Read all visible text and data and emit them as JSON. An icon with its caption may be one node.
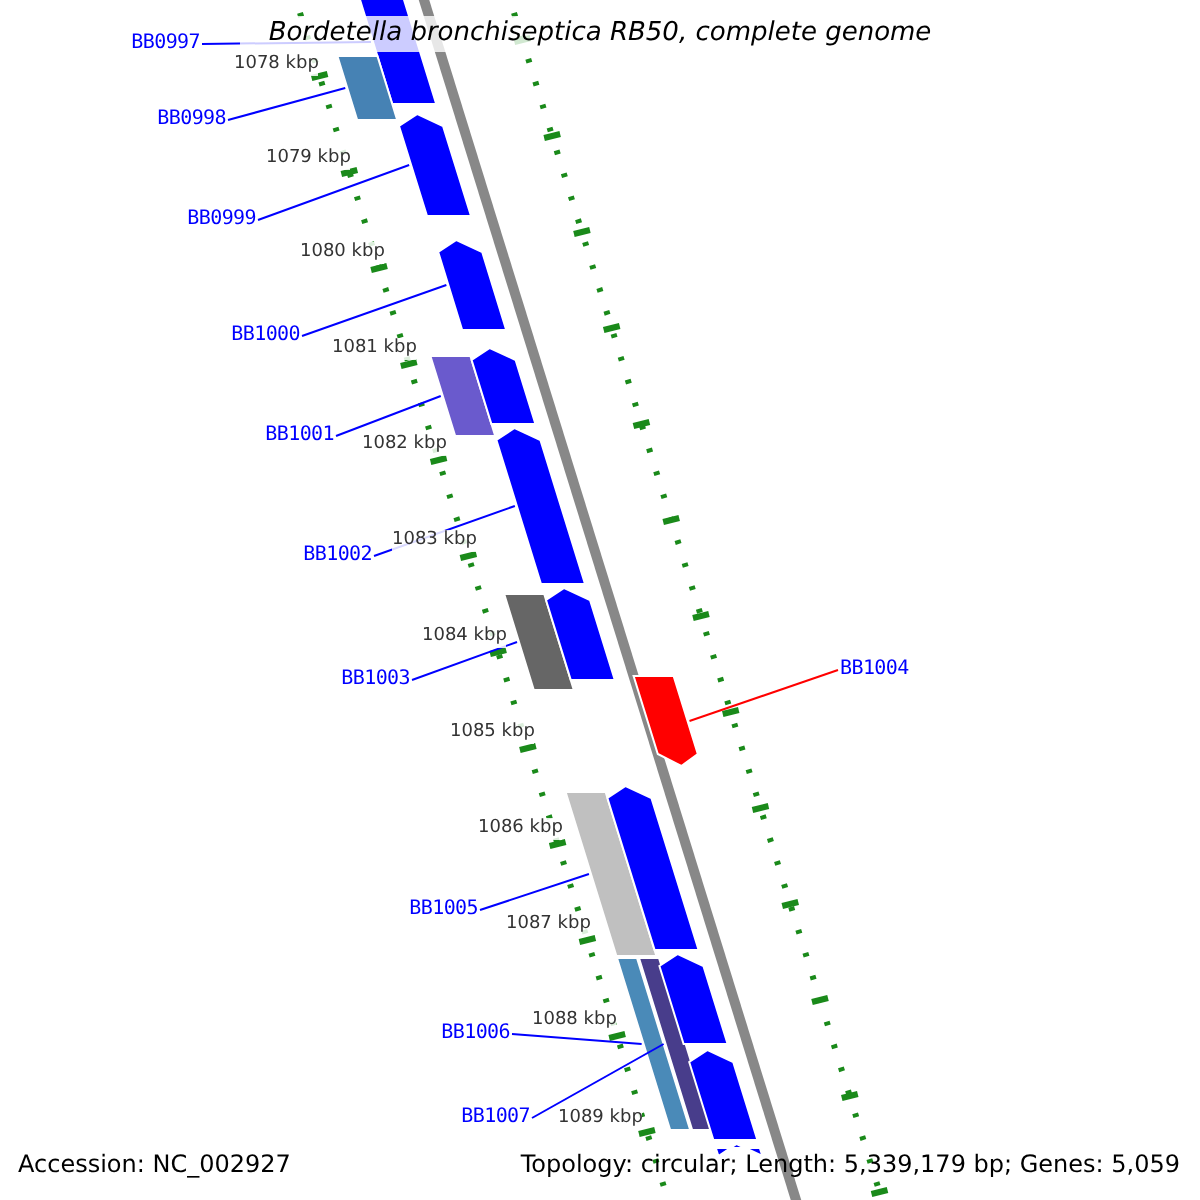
{
  "diagram": {
    "title": "Bordetella bronchiseptica RB50, complete genome",
    "nodes": [
      {
        "text": [
          "BB0997"
        ]
      },
      {
        "text": [
          "BB0998"
        ]
      },
      {
        "text": [
          "BB0999"
        ]
      },
      {
        "text": [
          "BB1000"
        ]
      },
      {
        "text": [
          "BB1001"
        ]
      },
      {
        "text": [
          "BB1002"
        ]
      },
      {
        "text": [
          "BB1003"
        ]
      },
      {
        "text": [
          "BB1004"
        ]
      },
      {
        "text": [
          "BB1005"
        ]
      },
      {
        "text": [
          "BB1006"
        ]
      },
      {
        "text": [
          "BB1007"
        ]
      },
      {
        "text": [],
        "shape": "bar"
      },
      {
        "text": [],
        "shape": "bar"
      },
      {
        "text": [],
        "shape": "bar"
      },
      {
        "text": [],
        "shape": "bar"
      },
      {
        "text": [],
        "shape": "bar"
      },
      {
        "text": [],
        "shape": "bar"
      },
      {
        "text": [],
        "shape": "bar"
      },
      {
        "text": [],
        "shape": "bar"
      },
      {
        "text": [],
        "shape": "bar"
      },
      {
        "text": [],
        "shape": "bar"
      },
      {
        "text": [],
        "shape": "bar"
      },
      {
        "text": [],
        "shape": "bar"
      },
      {
        "text": [],
        "shape": "bar"
      },
      {
        "text": [],
        "shape": "bar"
      },
      {
        "text": [],
        "shape": "bar"
      },
      {
        "text": [],
        "shape": "bar"
      },
      {
        "text": [],
        "shape": "bar"
      }
    ],
    "edges": [
      {
        "from": 0,
        "to": 11,
        "arrow": "none"
      },
      {
        "from": 1,
        "to": 12,
        "arrow": "none"
      },
      {
        "from": 2,
        "to": 13,
        "arrow": "none"
      },
      {
        "from": 3,
        "to": 14,
        "arrow": "none"
      },
      {
        "from": 4,
        "to": 15,
        "arrow": "none"
      },
      {
        "from": 5,
        "to": 17,
        "arrow": "none"
      },
      {
        "from": 6,
        "to": 18,
        "arrow": "none"
      },
      {
        "from": 7,
        "to": 20,
        "arrow": "none",
        "color": "#ff0000"
      },
      {
        "from": 8,
        "to": 21,
        "arrow": "none"
      },
      {
        "from": 9,
        "to": 23,
        "arrow": "none"
      },
      {
        "from": 10,
        "to": 24,
        "arrow": "none"
      }
    ],
    "labels": [
      "1078 kbp",
      "1079 kbp",
      "1080 kbp",
      "1081 kbp",
      "1082 kbp",
      "1083 kbp",
      "1084 kbp",
      "1085 kbp",
      "1086 kbp",
      "1087 kbp",
      "1088 kbp",
      "1089 kbp",
      "Accession: NC_002927",
      "Topology: circular; Length: 5,339,179 bp; Genes: 5,059"
    ]
  }
}
